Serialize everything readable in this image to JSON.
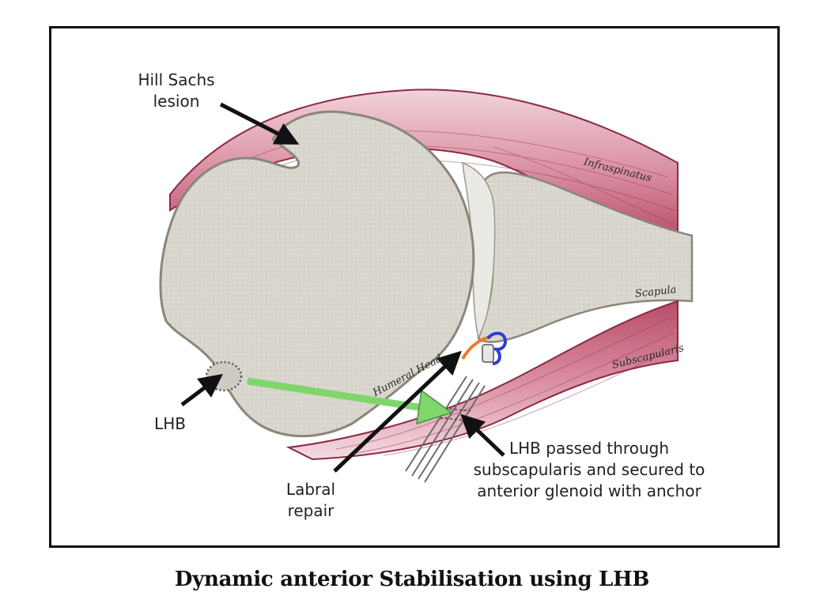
{
  "labels": {
    "hill_sachs_line1": "Hill Sachs",
    "hill_sachs_line2": "lesion",
    "lhb": "LHB",
    "labral_line1": "Labral",
    "labral_line2": "repair",
    "lhb_passed_line1": "LHB passed through",
    "lhb_passed_line2": "subscapularis and secured to",
    "lhb_passed_line3": "anterior glenoid with anchor"
  },
  "script_labels": {
    "infraspinatus": "Infraspinatus",
    "scapula": "Scapula",
    "subscapularis": "Subscapularis",
    "humeral_head": "Humeral Head"
  },
  "caption": "Dynamic anterior Stabilisation using LHB",
  "colors": {
    "bone": "#d9d6ce",
    "bone_outline": "#8a8679",
    "muscle": "#c9768c",
    "muscle_outline": "#8a2a44",
    "tendon_arrow": "#7fd66a",
    "anchor_blue": "#2b3fd1",
    "suture_orange": "#ef7a2a",
    "pointer": "#111111"
  }
}
